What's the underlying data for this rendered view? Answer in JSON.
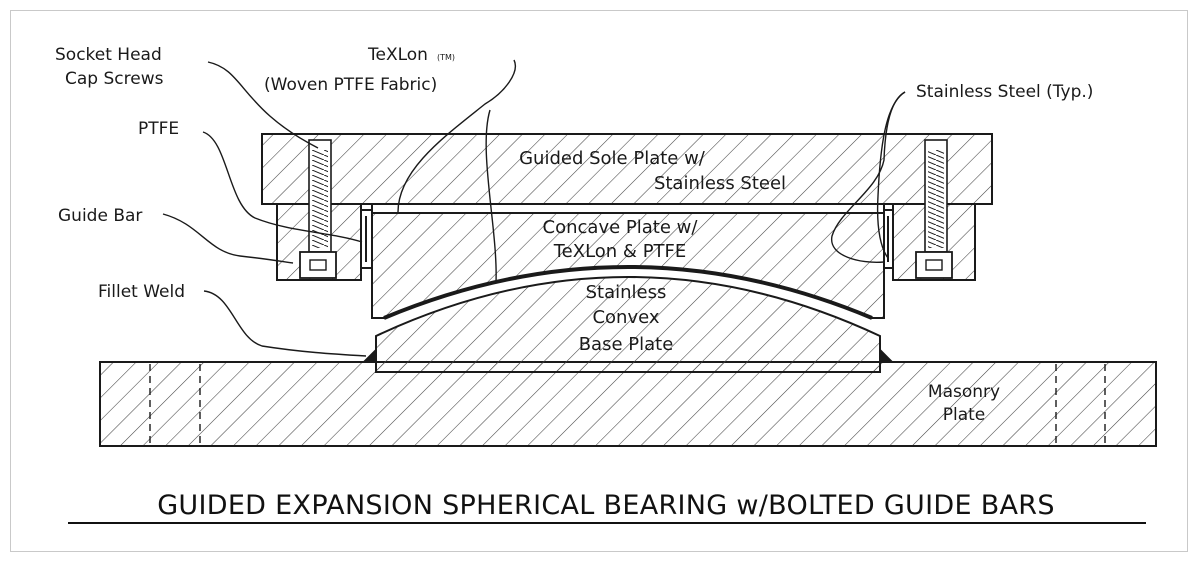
{
  "title": "GUIDED EXPANSION SPHERICAL BEARING w/BOLTED GUIDE BARS",
  "labels": {
    "socket_head_line1": "Socket Head",
    "socket_head_line2": "Cap Screws",
    "texlon": "TeXLon",
    "texlon_tm": "(TM)",
    "texlon_desc": "(Woven PTFE Fabric)",
    "stainless_typ": "Stainless Steel (Typ.)",
    "ptfe": "PTFE",
    "guide_bar": "Guide Bar",
    "fillet_weld": "Fillet Weld",
    "sole_plate_line1": "Guided Sole Plate w/",
    "sole_plate_line2": "Stainless Steel",
    "concave_line1": "Concave Plate w/",
    "concave_line2": "TeXLon & PTFE",
    "convex_line1": "Stainless",
    "convex_line2": "Convex",
    "convex_line3": "Base Plate",
    "masonry_line1": "Masonry",
    "masonry_line2": "Plate"
  },
  "colors": {
    "line": "#1a1a1a",
    "hatch": "#444444",
    "frame": "#c9c9c9",
    "background": "#ffffff"
  }
}
